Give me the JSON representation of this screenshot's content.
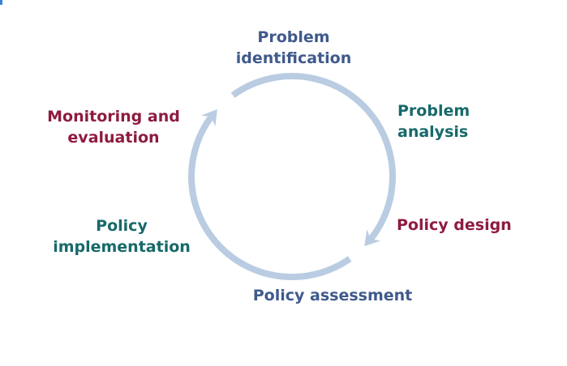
{
  "diagram": {
    "title": "Policy cycle",
    "colors": {
      "blue": "#3f5a8c",
      "teal": "#17696a",
      "crimson": "#8e1b3f",
      "arrow": "#b9cce2"
    },
    "stages": [
      {
        "line1": "Problem",
        "line2": "identification",
        "color": "blue"
      },
      {
        "line1": "Problem",
        "line2": "analysis",
        "color": "teal"
      },
      {
        "line1": "Policy design",
        "line2": "",
        "color": "crimson"
      },
      {
        "line1": "Policy assessment",
        "line2": "",
        "color": "blue"
      },
      {
        "line1": "Policy",
        "line2": "implementation",
        "color": "teal"
      },
      {
        "line1": "Monitoring and",
        "line2": "evaluation",
        "color": "crimson"
      }
    ]
  }
}
